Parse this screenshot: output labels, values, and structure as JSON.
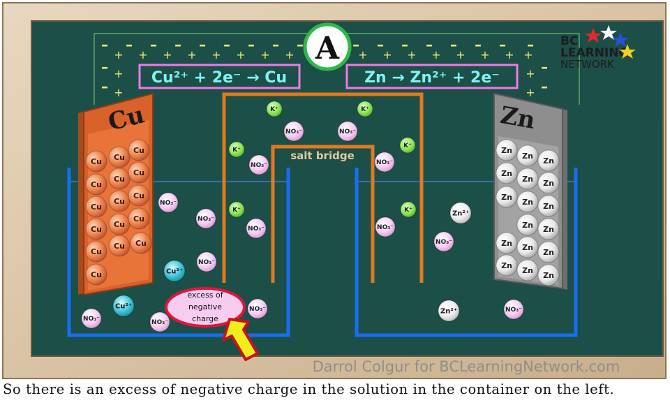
{
  "ammeter_label": "A",
  "anode_metal": "Cu",
  "cathode_metal": "Zn",
  "left_half_reaction": "Cu²⁺ + 2e⁻ → Cu",
  "right_half_reaction": "Zn → Zn²⁺ + 2e⁻",
  "salt_bridge_label": "salt bridge",
  "callout_text": [
    "excess of",
    "negative",
    "charge"
  ],
  "logo_text": [
    "BC",
    "LEARNING",
    "NETWORK"
  ],
  "credit_text": "Darrol Colgur for BCLearningNetwork.com",
  "caption": "So there is an excess of negative charge in the solution in the container on the left.",
  "atom_labels": {
    "copper": "Cu",
    "zinc": "Zn"
  },
  "ion_labels": {
    "nitrate": "NO₃⁻",
    "potassium": "K⁺",
    "copper_ion": "Cu²⁺",
    "zinc_ion": "Zn²⁺"
  },
  "wire_signs": {
    "negative": "–",
    "positive": "+"
  },
  "colors": {
    "board": "#1c4f48",
    "frame": "#d9c4a6",
    "beaker": "#1a6df0",
    "salt_bridge": "#e07a1f",
    "label_border": "#ef7be6",
    "label_text": "#7ff3f3",
    "sign": "#f2e86a",
    "callout": "#e2153a",
    "arrow": "#f2ee1e",
    "copper_atom": "#ef7e48",
    "zinc_atom": "#e6e6e6",
    "nitrate": "#f4c6f2",
    "potassium": "#93e85a",
    "copper_ion": "#3cc4d7"
  }
}
